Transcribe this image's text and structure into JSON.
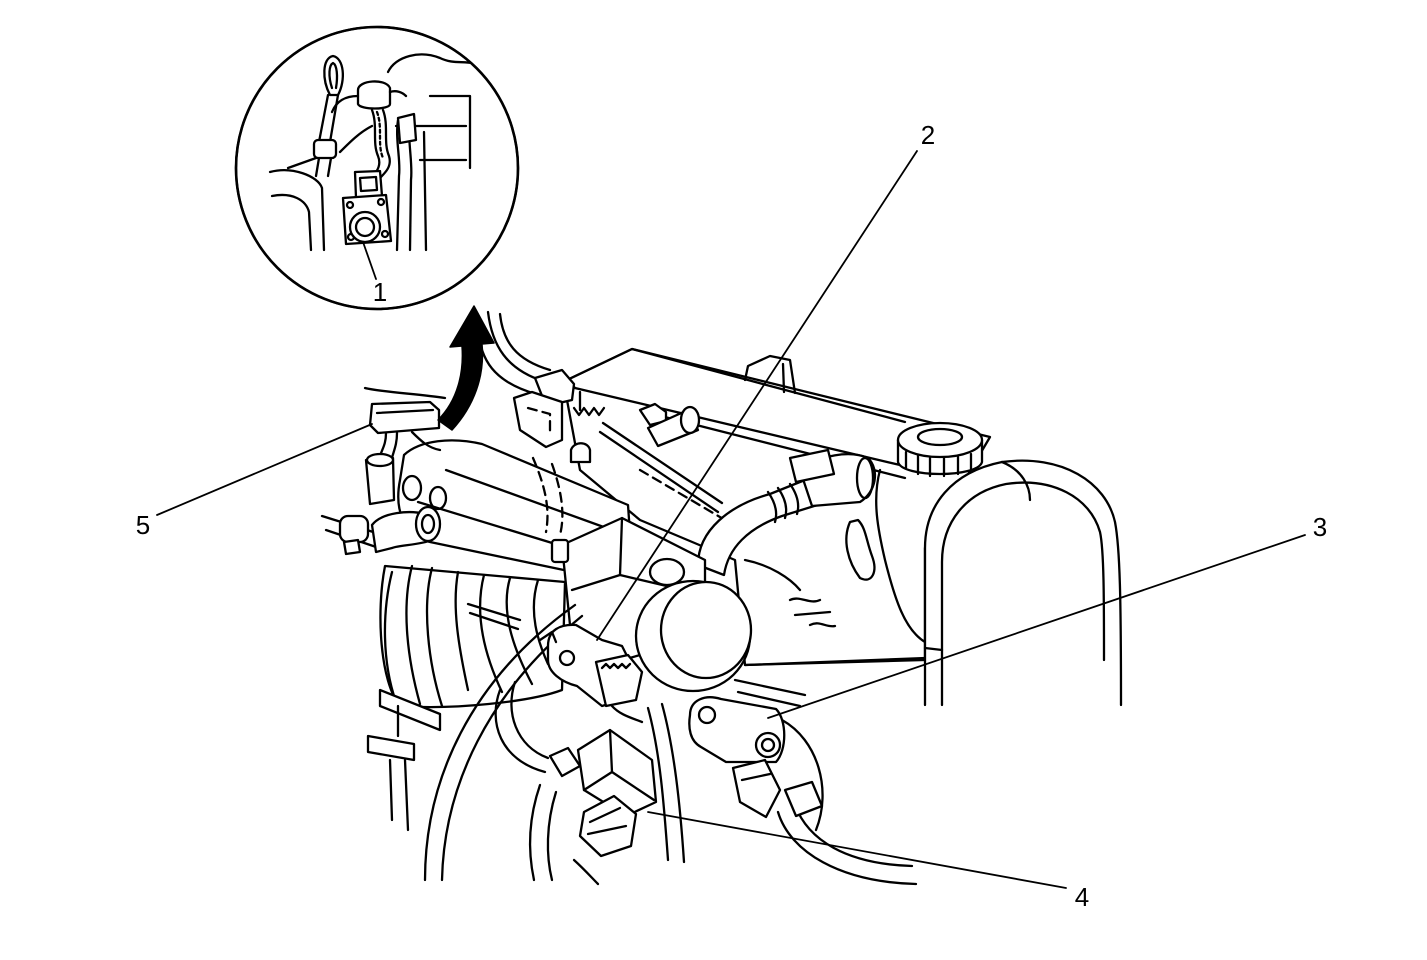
{
  "figure": {
    "callouts": [
      {
        "label": "1"
      },
      {
        "label": "2"
      },
      {
        "label": "3"
      },
      {
        "label": "4"
      },
      {
        "label": "5"
      }
    ]
  },
  "colors": {
    "line": "#000000",
    "background": "#ffffff"
  }
}
